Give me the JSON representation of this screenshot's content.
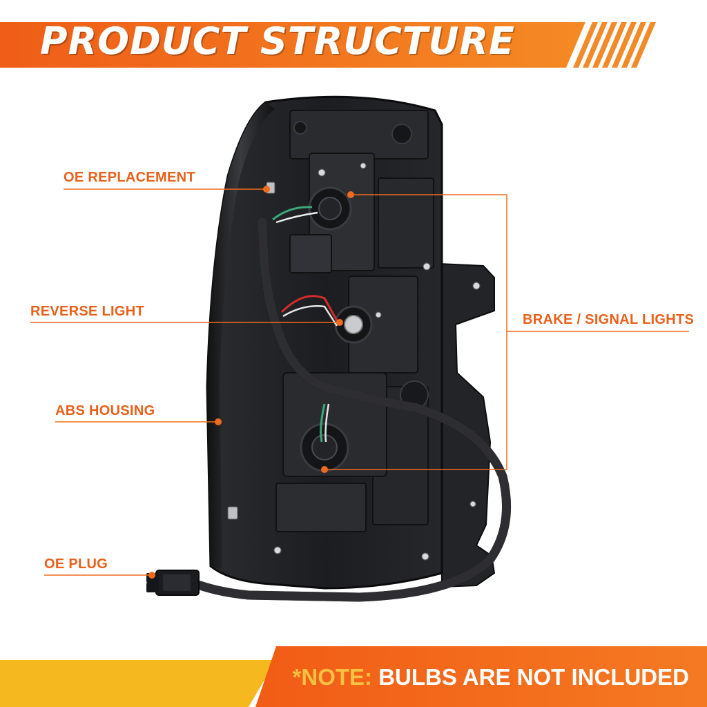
{
  "header": {
    "title": "PRODUCT STRUCTURE"
  },
  "callouts": {
    "oe_replacement": "OE REPLACEMENT",
    "reverse_light": "REVERSE LIGHT",
    "abs_housing": "ABS HOUSING",
    "oe_plug": "OE PLUG",
    "brake_signal": "BRAKE / SIGNAL LIGHTS"
  },
  "footer": {
    "note_prefix": "*NOTE:",
    "note_text": " BULBS ARE NOT INCLUDED"
  },
  "colors": {
    "accent": "#f26b1d",
    "accent_dark": "#e8601a",
    "highlight": "#f5c143",
    "housing": "#1e1f22"
  }
}
